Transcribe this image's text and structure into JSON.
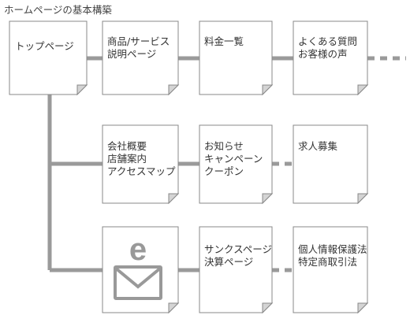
{
  "title": "ホームページの基本構築",
  "pages": {
    "top": "トップページ",
    "product_1": "商品/サービス",
    "product_2": "説明ページ",
    "price": "料金一覧",
    "faq_1": "よくある質問",
    "faq_2": "お客様の声",
    "company_1": "会社概要",
    "company_2": "店舗案内",
    "company_3": "アクセスマップ",
    "news_1": "お知らせ",
    "news_2": "キャンペーン",
    "news_3": "クーポン",
    "recruit": "求人募集",
    "mail_icon_letter": "e",
    "thanks_1": "サンクスページ",
    "thanks_2": "決算ページ",
    "privacy_1": "個人情報保護法",
    "privacy_2": "特定商取引法"
  },
  "colors": {
    "connector": "#9a9a9a",
    "page_fill": "#ffffff",
    "page_border": "#888888",
    "page_fold": "#d4d4d4",
    "text": "#333333",
    "mail_icon": "#999999"
  }
}
